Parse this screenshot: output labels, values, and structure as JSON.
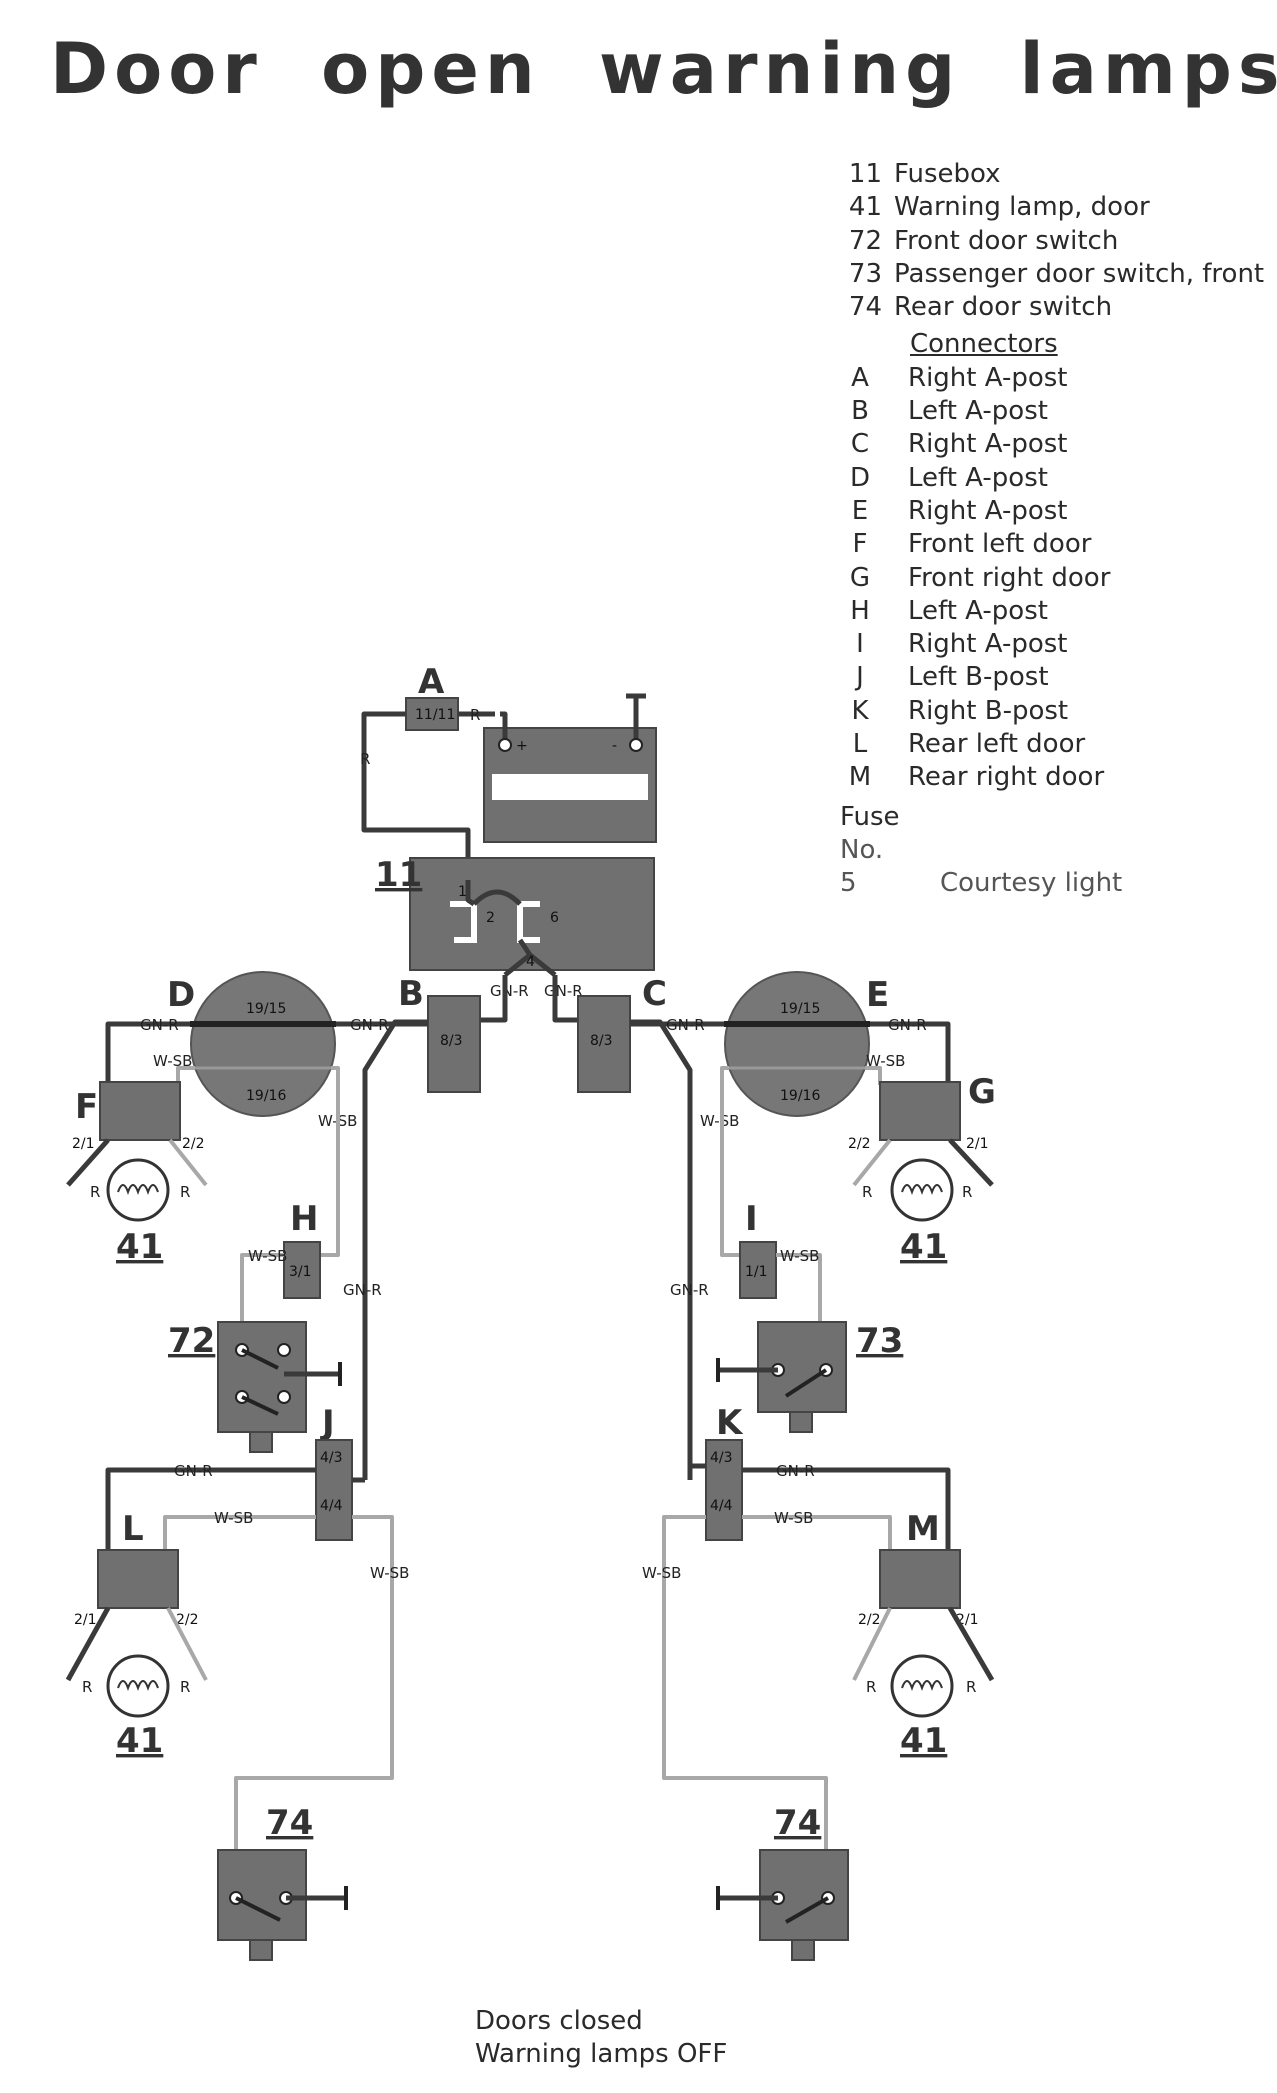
{
  "title": "Door  open  warning  lamps",
  "legend": [
    {
      "num": "11",
      "label": "Fusebox"
    },
    {
      "num": "41",
      "label": "Warning lamp, door"
    },
    {
      "num": "72",
      "label": "Front door switch"
    },
    {
      "num": "73",
      "label": "Passenger door switch, front"
    },
    {
      "num": "74",
      "label": "Rear door switch"
    }
  ],
  "connectors_title": "Connectors",
  "connectors": [
    {
      "letter": "A",
      "label": "Right A-post"
    },
    {
      "letter": "B",
      "label": "Left A-post"
    },
    {
      "letter": "C",
      "label": "Right A-post"
    },
    {
      "letter": "D",
      "label": "Left A-post"
    },
    {
      "letter": "E",
      "label": "Right A-post"
    },
    {
      "letter": "F",
      "label": "Front left door"
    },
    {
      "letter": "G",
      "label": "Front right door"
    },
    {
      "letter": "H",
      "label": "Left A-post"
    },
    {
      "letter": "I",
      "label": "Right A-post"
    },
    {
      "letter": "J",
      "label": "Left B-post"
    },
    {
      "letter": "K",
      "label": "Right B-post"
    },
    {
      "letter": "L",
      "label": "Rear left door"
    },
    {
      "letter": "M",
      "label": "Rear right door"
    }
  ],
  "fuse": {
    "title": "Fuse",
    "no_label": "No.",
    "rows": [
      {
        "num": "5",
        "label": "Courtesy light"
      }
    ]
  },
  "caption": {
    "line1": "Doors closed",
    "line2": "Warning lamps OFF"
  },
  "diagram": {
    "wire_labels": {
      "gn_r": "GN-R",
      "w_sb": "W-SB",
      "r": "R"
    },
    "fusebox": {
      "number": "11",
      "terminal_1": "1",
      "terminal_2": "2",
      "terminal_6": "6",
      "terminal_4": "4",
      "gn_r_left": "GN-R",
      "gn_r_right": "GN-R"
    },
    "connector_codes": {
      "A": "11/11",
      "B": "8/3",
      "C": "8/3",
      "D_top": "19/15",
      "D_bottom": "19/16",
      "E_top": "19/15",
      "E_bottom": "19/16",
      "H": "3/1",
      "I": "1/1",
      "J_top": "4/3",
      "J_bottom": "4/4",
      "K_top": "4/3",
      "K_bottom": "4/4"
    },
    "pins": {
      "p21": "2/1",
      "p22": "2/2"
    },
    "component_numbers": {
      "lamp": "41",
      "front_switch": "72",
      "passenger_switch": "73",
      "rear_switch": "74"
    },
    "battery": {
      "plus": "+",
      "minus": "-"
    }
  },
  "colors": {
    "box": "#6b6b6b",
    "wire": "#3a3a3a",
    "wire_light": "#9a9a9a",
    "circle": "#777777"
  }
}
